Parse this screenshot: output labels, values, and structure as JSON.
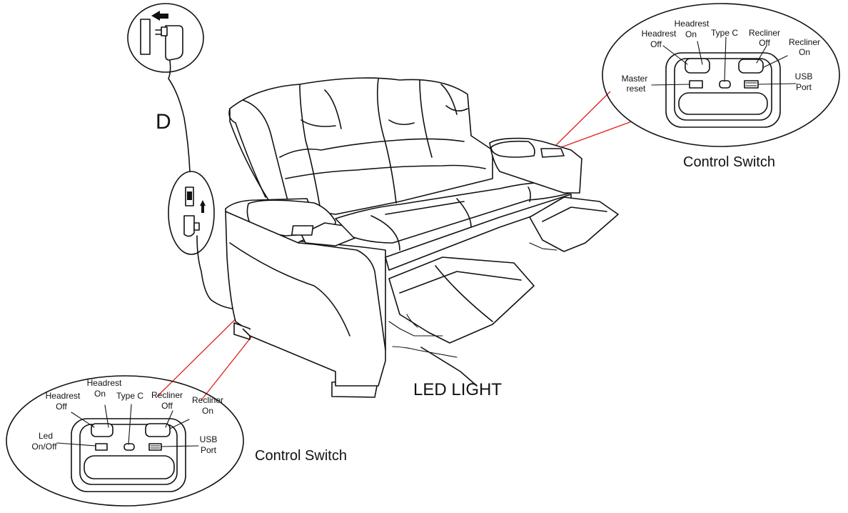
{
  "adapter": {
    "letter": "D"
  },
  "led_label": "LED LIGHT",
  "left_panel": {
    "title": "Control Switch",
    "headrest_off": [
      "Headrest",
      "Off"
    ],
    "headrest_on": [
      "Headrest",
      "On"
    ],
    "type_c": "Type C",
    "recliner_off": [
      "Recliner",
      "Off"
    ],
    "recliner_on": [
      "Recliner",
      "On"
    ],
    "reset": [
      "Led",
      "On/Off"
    ],
    "usb": [
      "USB",
      "Port"
    ]
  },
  "right_panel": {
    "title": "Control Switch",
    "headrest_off": [
      "Headrest",
      "Off"
    ],
    "headrest_on": [
      "Headrest",
      "On"
    ],
    "type_c": "Type C",
    "recliner_off": [
      "Recliner",
      "Off"
    ],
    "recliner_on": [
      "Recliner",
      "On"
    ],
    "reset": [
      "Master",
      "reset"
    ],
    "usb": [
      "USB",
      "Port"
    ]
  }
}
